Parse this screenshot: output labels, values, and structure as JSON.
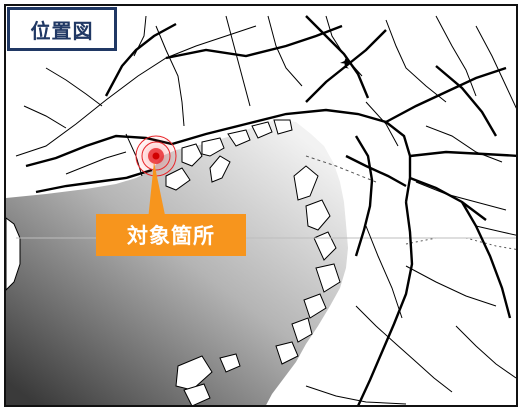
{
  "map": {
    "title": "位置図",
    "target_label": "対象箇所",
    "colors": {
      "title_border": "#203864",
      "title_text": "#203864",
      "callout_fill": "#f7951d",
      "callout_text": "#ffffff",
      "target_marker": "#e8262a",
      "sea_light": "#ededed",
      "sea_dark": "#3c3c3c",
      "road": "#000000"
    },
    "icons": [
      "airport-icon",
      "target-location-marker"
    ]
  }
}
